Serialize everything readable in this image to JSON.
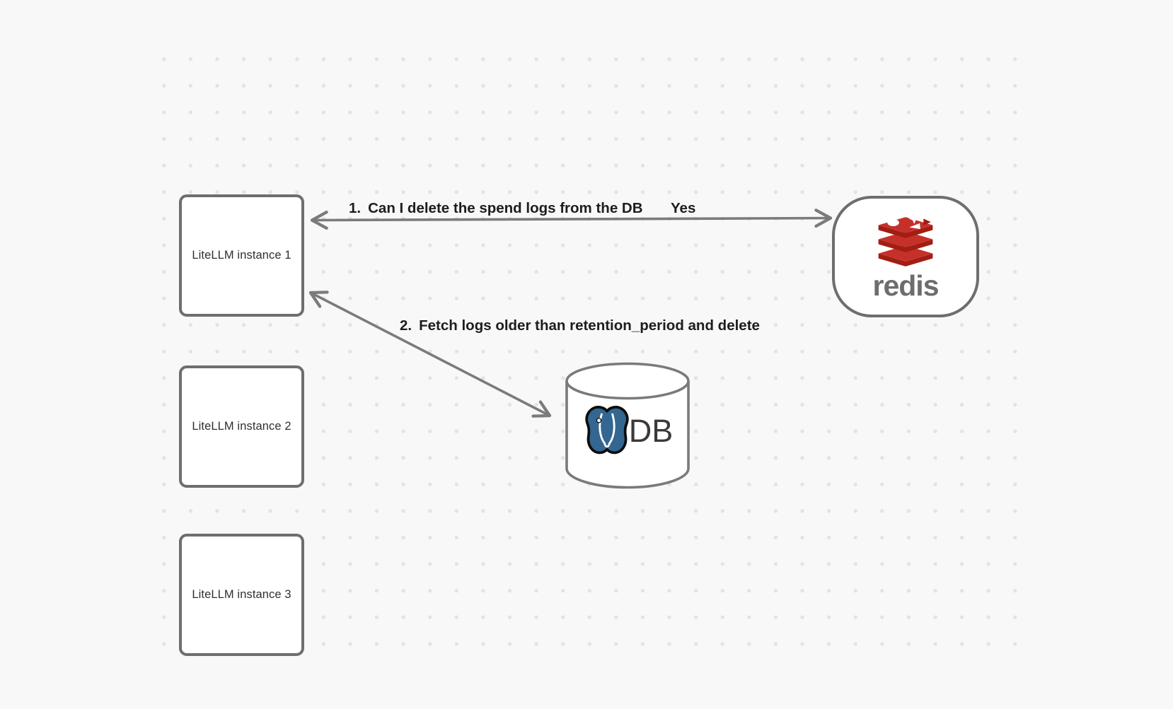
{
  "nodes": {
    "instance1": {
      "label": "LiteLLM instance 1"
    },
    "instance2": {
      "label": "LiteLLM instance 2"
    },
    "instance3": {
      "label": "LiteLLM instance 3"
    },
    "redis": {
      "label": "redis"
    },
    "db": {
      "label": "DB"
    }
  },
  "edges": {
    "e1": {
      "number": "1.",
      "label": "Can I delete the spend logs from the DB",
      "reply": "Yes"
    },
    "e2": {
      "number": "2.",
      "label": "Fetch logs older than retention_period and delete"
    }
  },
  "icons": {
    "redis_logo": "redis-stack-logo",
    "postgres": "postgresql-elephant",
    "database": "db-cylinder"
  },
  "colors": {
    "background": "#f8f8f8",
    "dots": "#e3e3e3",
    "shape_border": "#6e6e6e",
    "arrow": "#7b7b7b",
    "label_text": "#1d1d1f",
    "box_text": "#2f2f2f",
    "redis_red": "#c6302b",
    "redis_red_dark": "#a21d12",
    "redis_word": "#6d6d6d",
    "postgres_blue": "#336791",
    "db_word": "#3a3a3a"
  }
}
